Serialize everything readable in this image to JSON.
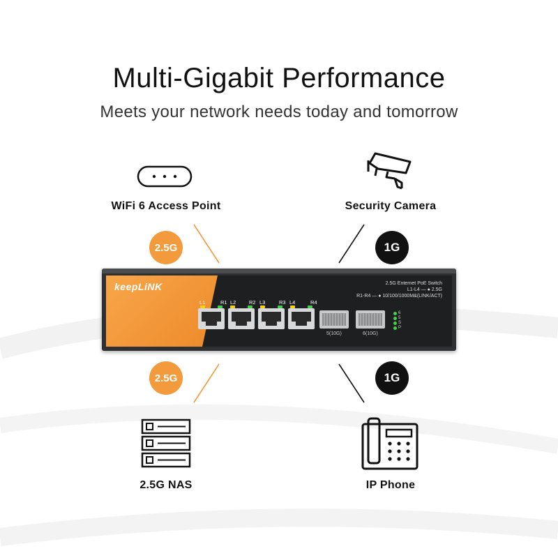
{
  "header": {
    "title": "Multi-Gigabit Performance",
    "subtitle": "Meets your network needs today and tomorrow"
  },
  "devices": {
    "top_left": {
      "label": "WiFi 6 Access Point",
      "icon": "wifi-access-point-icon",
      "speed": "2.5G"
    },
    "top_right": {
      "label": "Security Camera",
      "icon": "security-camera-icon",
      "speed": "1G"
    },
    "bottom_left": {
      "label": "2.5G NAS",
      "icon": "nas-server-icon",
      "speed": "2.5G"
    },
    "bottom_right": {
      "label": "IP Phone",
      "icon": "ip-phone-icon",
      "speed": "1G"
    }
  },
  "switch": {
    "brand": "keepLiNK",
    "model_text": "2.5G Enternet PoE Switch",
    "legend_line1": "L1-L4 — ● 2.5G",
    "legend_line2": "R1-R4 — ● 10/100/1000M&(LINK/ACT)",
    "ports": [
      {
        "left": "L1",
        "right": "R1"
      },
      {
        "left": "L2",
        "right": "R2"
      },
      {
        "left": "L3",
        "right": "R3"
      },
      {
        "left": "L4",
        "right": "R4"
      }
    ],
    "sfp": [
      "5(10G)",
      "6(10G)"
    ],
    "status_leds": [
      "6",
      "5",
      "S",
      "P"
    ]
  },
  "colors": {
    "accent_orange": "#f29a3c",
    "badge_black": "#111111",
    "switch_body": "#2f3031"
  }
}
